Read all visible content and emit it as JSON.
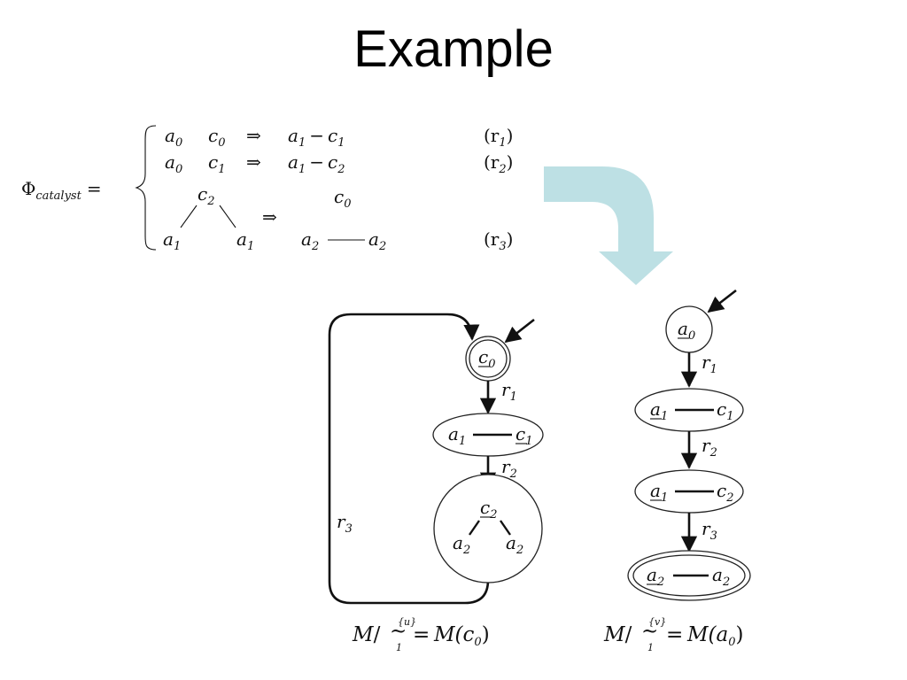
{
  "slide": {
    "title": "Example"
  },
  "rules": {
    "lhs_phi": "Φ",
    "lhs_sub": "catalyst",
    "equals": "=",
    "arrow": "⇒",
    "r1": {
      "a": "a",
      "a_sub": "0",
      "c": "c",
      "c_sub": "0",
      "res_a": "a",
      "res_a_sub": "1",
      "dash": "−",
      "res_c": "c",
      "res_c_sub": "1",
      "label": "(r",
      "label_sub": "1",
      "label_close": ")"
    },
    "r2": {
      "a": "a",
      "a_sub": "0",
      "c": "c",
      "c_sub": "1",
      "res_a": "a",
      "res_a_sub": "1",
      "dash": "−",
      "res_c": "c",
      "res_c_sub": "2",
      "label": "(r",
      "label_sub": "2",
      "label_close": ")"
    },
    "r3": {
      "top": "c",
      "top_sub": "2",
      "left": "a",
      "left_sub": "1",
      "right": "a",
      "right_sub": "1",
      "res_top": "c",
      "res_top_sub": "0",
      "res_left": "a",
      "res_left_sub": "2",
      "res_right": "a",
      "res_right_sub": "2",
      "label": "(r",
      "label_sub": "3",
      "label_close": ")"
    }
  },
  "graph_left": {
    "nodes": [
      {
        "id": "c0",
        "l1": "c",
        "l1_sub": "0"
      },
      {
        "id": "a1-c1",
        "l1": "a",
        "l1_sub": "1",
        "l2": "c",
        "l2_sub": "1"
      },
      {
        "id": "c2-a2-a2",
        "top": "c",
        "top_sub": "2",
        "left": "a",
        "left_sub": "2",
        "right": "a",
        "right_sub": "2"
      }
    ],
    "edges": [
      {
        "label": "r",
        "label_sub": "1"
      },
      {
        "label": "r",
        "label_sub": "2"
      },
      {
        "label": "r",
        "label_sub": "3"
      }
    ],
    "caption": {
      "m": "M",
      "slash": "/",
      "sim": "∼",
      "sup": "{u}",
      "sub": "1",
      "eq": "=",
      "rhs": "M(c",
      "rhs_sub": "0",
      "close": ")"
    }
  },
  "graph_right": {
    "nodes": [
      {
        "id": "a0",
        "l1": "a",
        "l1_sub": "0"
      },
      {
        "id": "a1-c1",
        "l1": "a",
        "l1_sub": "1",
        "l2": "c",
        "l2_sub": "1"
      },
      {
        "id": "a1-c2",
        "l1": "a",
        "l1_sub": "1",
        "l2": "c",
        "l2_sub": "2"
      },
      {
        "id": "a2-a2",
        "l1": "a",
        "l1_sub": "2",
        "l2": "a",
        "l2_sub": "2"
      }
    ],
    "edges": [
      {
        "label": "r",
        "label_sub": "1"
      },
      {
        "label": "r",
        "label_sub": "2"
      },
      {
        "label": "r",
        "label_sub": "3"
      }
    ],
    "caption": {
      "m": "M",
      "slash": "/",
      "sim": "∼",
      "sup": "{v}",
      "sub": "1",
      "eq": "=",
      "rhs": "M(a",
      "rhs_sub": "0",
      "close": ")"
    }
  },
  "colors": {
    "transform_arrow": "#bde0e4",
    "ink": "#111111",
    "background": "#ffffff"
  }
}
